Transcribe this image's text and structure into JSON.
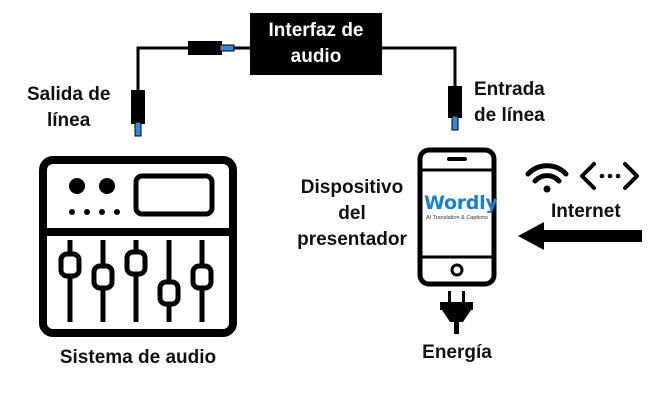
{
  "labels": {
    "interface_line1": "Interfaz de",
    "interface_line2": "audio",
    "line_out_1": "Salida de",
    "line_out_2": "línea",
    "line_in_1": "Entrada",
    "line_in_2": "de línea",
    "presenter_1": "Dispositivo",
    "presenter_2": "del",
    "presenter_3": "presentador",
    "internet": "Internet",
    "power": "Energía",
    "audio_system": "Sistema de audio"
  },
  "app": {
    "name": "Wordly",
    "tagline": "AI Translation & Captions"
  },
  "icons": {
    "mixer": "audio-mixer-icon",
    "phone": "smartphone-icon",
    "wifi": "wifi-icon",
    "code": "code-brackets-icon",
    "arrow": "arrow-left-icon",
    "plug": "power-plug-icon",
    "jack": "audio-jack-icon"
  },
  "colors": {
    "line": "#000000",
    "jack_tip": "#3a86d8",
    "brand": "#1a7fd4"
  }
}
